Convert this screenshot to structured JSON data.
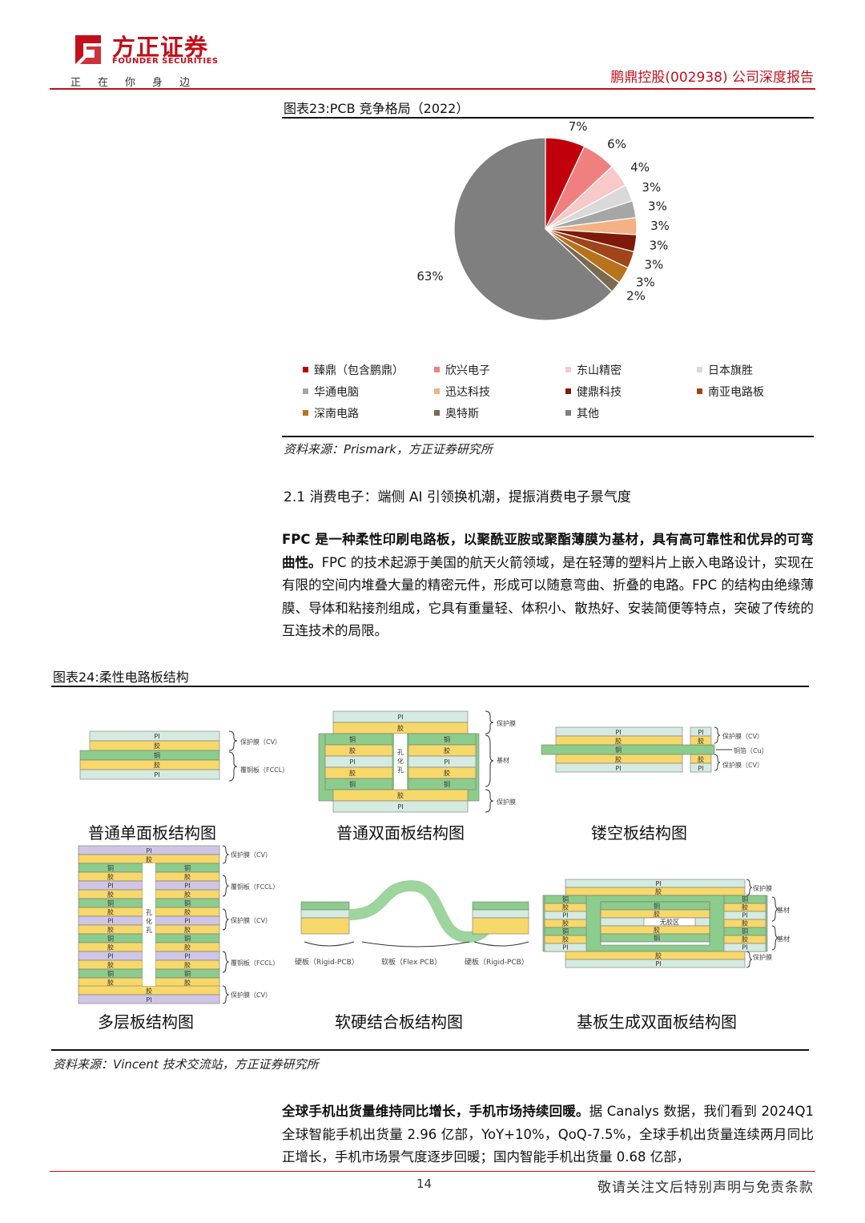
{
  "header": {
    "brand_cn": "方正证券",
    "brand_en": "FOUNDER SECURITIES",
    "slogan": "正在你身边",
    "report_tag": "鹏鼎控股(002938) 公司深度报告"
  },
  "figure23": {
    "title": "图表23:PCB 竞争格局（2022）",
    "source": "资料来源：Prismark，方正证券研究所"
  },
  "chart_data": {
    "type": "pie",
    "title": "",
    "categories": [
      "臻鼎（包含鹏鼎）",
      "欣兴电子",
      "东山精密",
      "日本旗胜",
      "华通电脑",
      "迅达科技",
      "健鼎科技",
      "南亚电路板",
      "深南电路",
      "奥特斯",
      "其他"
    ],
    "values": [
      7,
      6,
      4,
      3,
      3,
      3,
      3,
      3,
      3,
      2,
      63
    ],
    "labels": [
      "7%",
      "6%",
      "4%",
      "3%",
      "3%",
      "3%",
      "3%",
      "3%",
      "3%",
      "2%",
      "63%"
    ],
    "colors": [
      "#c0000a",
      "#f08080",
      "#f8c9c9",
      "#d9d9d9",
      "#a6a6a6",
      "#f4b183",
      "#7f1a0a",
      "#a0441a",
      "#b8721c",
      "#7a6a50",
      "#7f7f7f"
    ],
    "legend_placement": "bottom"
  },
  "section": {
    "heading": "2.1 消费电子：端侧 AI 引领换机潮，提振消费电子景气度"
  },
  "para1": {
    "bold": "FPC 是一种柔性印刷电路板，以聚酰亚胺或聚酯薄膜为基材，具有高可靠性和优异的可弯曲性。",
    "rest": "FPC 的技术起源于美国的航天火箭领域，是在轻薄的塑料片上嵌入电路设计，实现在有限的空间内堆叠大量的精密元件，形成可以随意弯曲、折叠的电路。FPC 的结构由绝缘薄膜、导体和粘接剂组成，它具有重量轻、体积小、散热好、安装简便等特点，突破了传统的互连技术的局限。"
  },
  "figure24": {
    "title": "图表24:柔性电路板结构",
    "source": "资料来源：Vincent 技术交流站，方正证券研究所",
    "captions": [
      "普通单面板结构图",
      "普通双面板结构图",
      "镂空板结构图",
      "多层板结构图",
      "软硬结合板结构图",
      "基板生成双面板结构图"
    ],
    "layer_labels": {
      "pi": "PI",
      "glue": "胶",
      "copper": "铜",
      "hole": "孔化孔",
      "no_glue": "无胶区",
      "cover_cv": "保护膜（CV）",
      "fccl": "覆铜板（FCCL）",
      "cover": "保护膜",
      "substrate": "基材",
      "copper_foil": "铜箔（Cu）",
      "rigid": "硬板（Rigid-PCB）",
      "flex": "软板（Flex PCB）"
    }
  },
  "para2": {
    "bold": "全球手机出货量维持同比增长，手机市场持续回暖。",
    "rest": "据 Canalys 数据，我们看到 2024Q1 全球智能手机出货量 2.96 亿部，YoY+10%，QoQ-7.5%，全球手机出货量连续两月同比正增长，手机市场景气度逐步回暖；国内智能手机出货量 0.68 亿部，"
  },
  "footer": {
    "page": "14",
    "disclaimer": "敬请关注文后特别声明与免责条款"
  }
}
